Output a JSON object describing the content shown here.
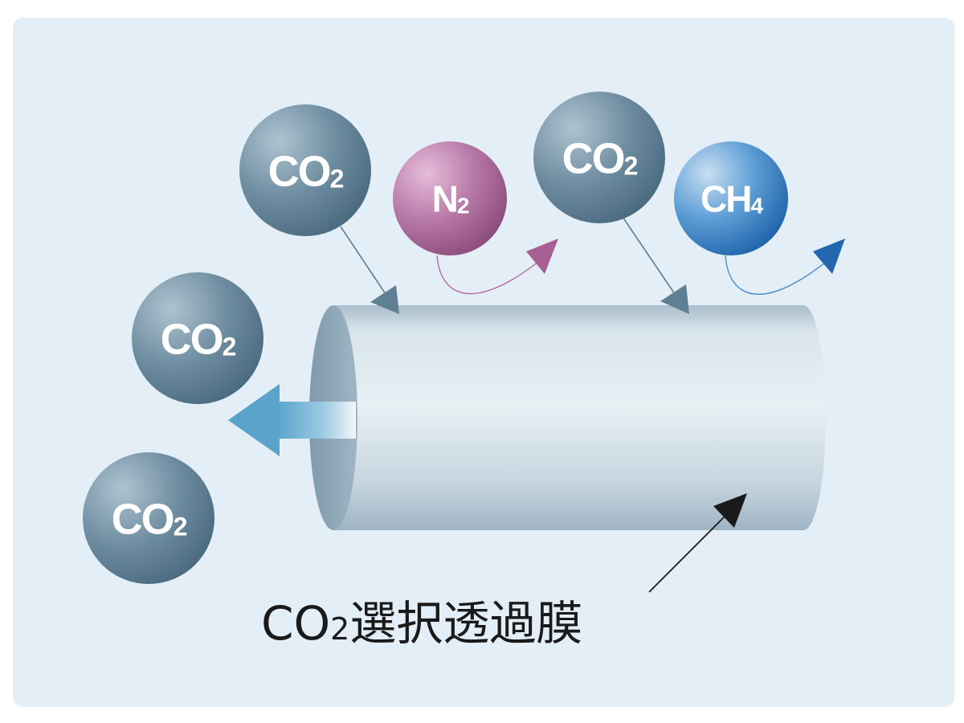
{
  "colors": {
    "background": "#e3eef6",
    "co2": "#5f7f94",
    "n2": "#a85f95",
    "ch4": "#2f78c0",
    "membrane": "#c8d7e1",
    "outflow_arrow": "#5ea8cf"
  },
  "molecules": [
    {
      "id": "co2-top-left",
      "base": "CO",
      "sub": "2",
      "kind": "co2"
    },
    {
      "id": "n2",
      "base": "N",
      "sub": "2",
      "kind": "n2"
    },
    {
      "id": "co2-top-right",
      "base": "CO",
      "sub": "2",
      "kind": "co2"
    },
    {
      "id": "ch4",
      "base": "CH",
      "sub": "4",
      "kind": "ch4"
    },
    {
      "id": "co2-left",
      "base": "CO",
      "sub": "2",
      "kind": "co2"
    },
    {
      "id": "co2-bottom-left",
      "base": "CO",
      "sub": "2",
      "kind": "co2"
    }
  ],
  "membrane": {
    "label_base": "CO",
    "label_sub": "2",
    "label_rest": "選択透過膜"
  }
}
